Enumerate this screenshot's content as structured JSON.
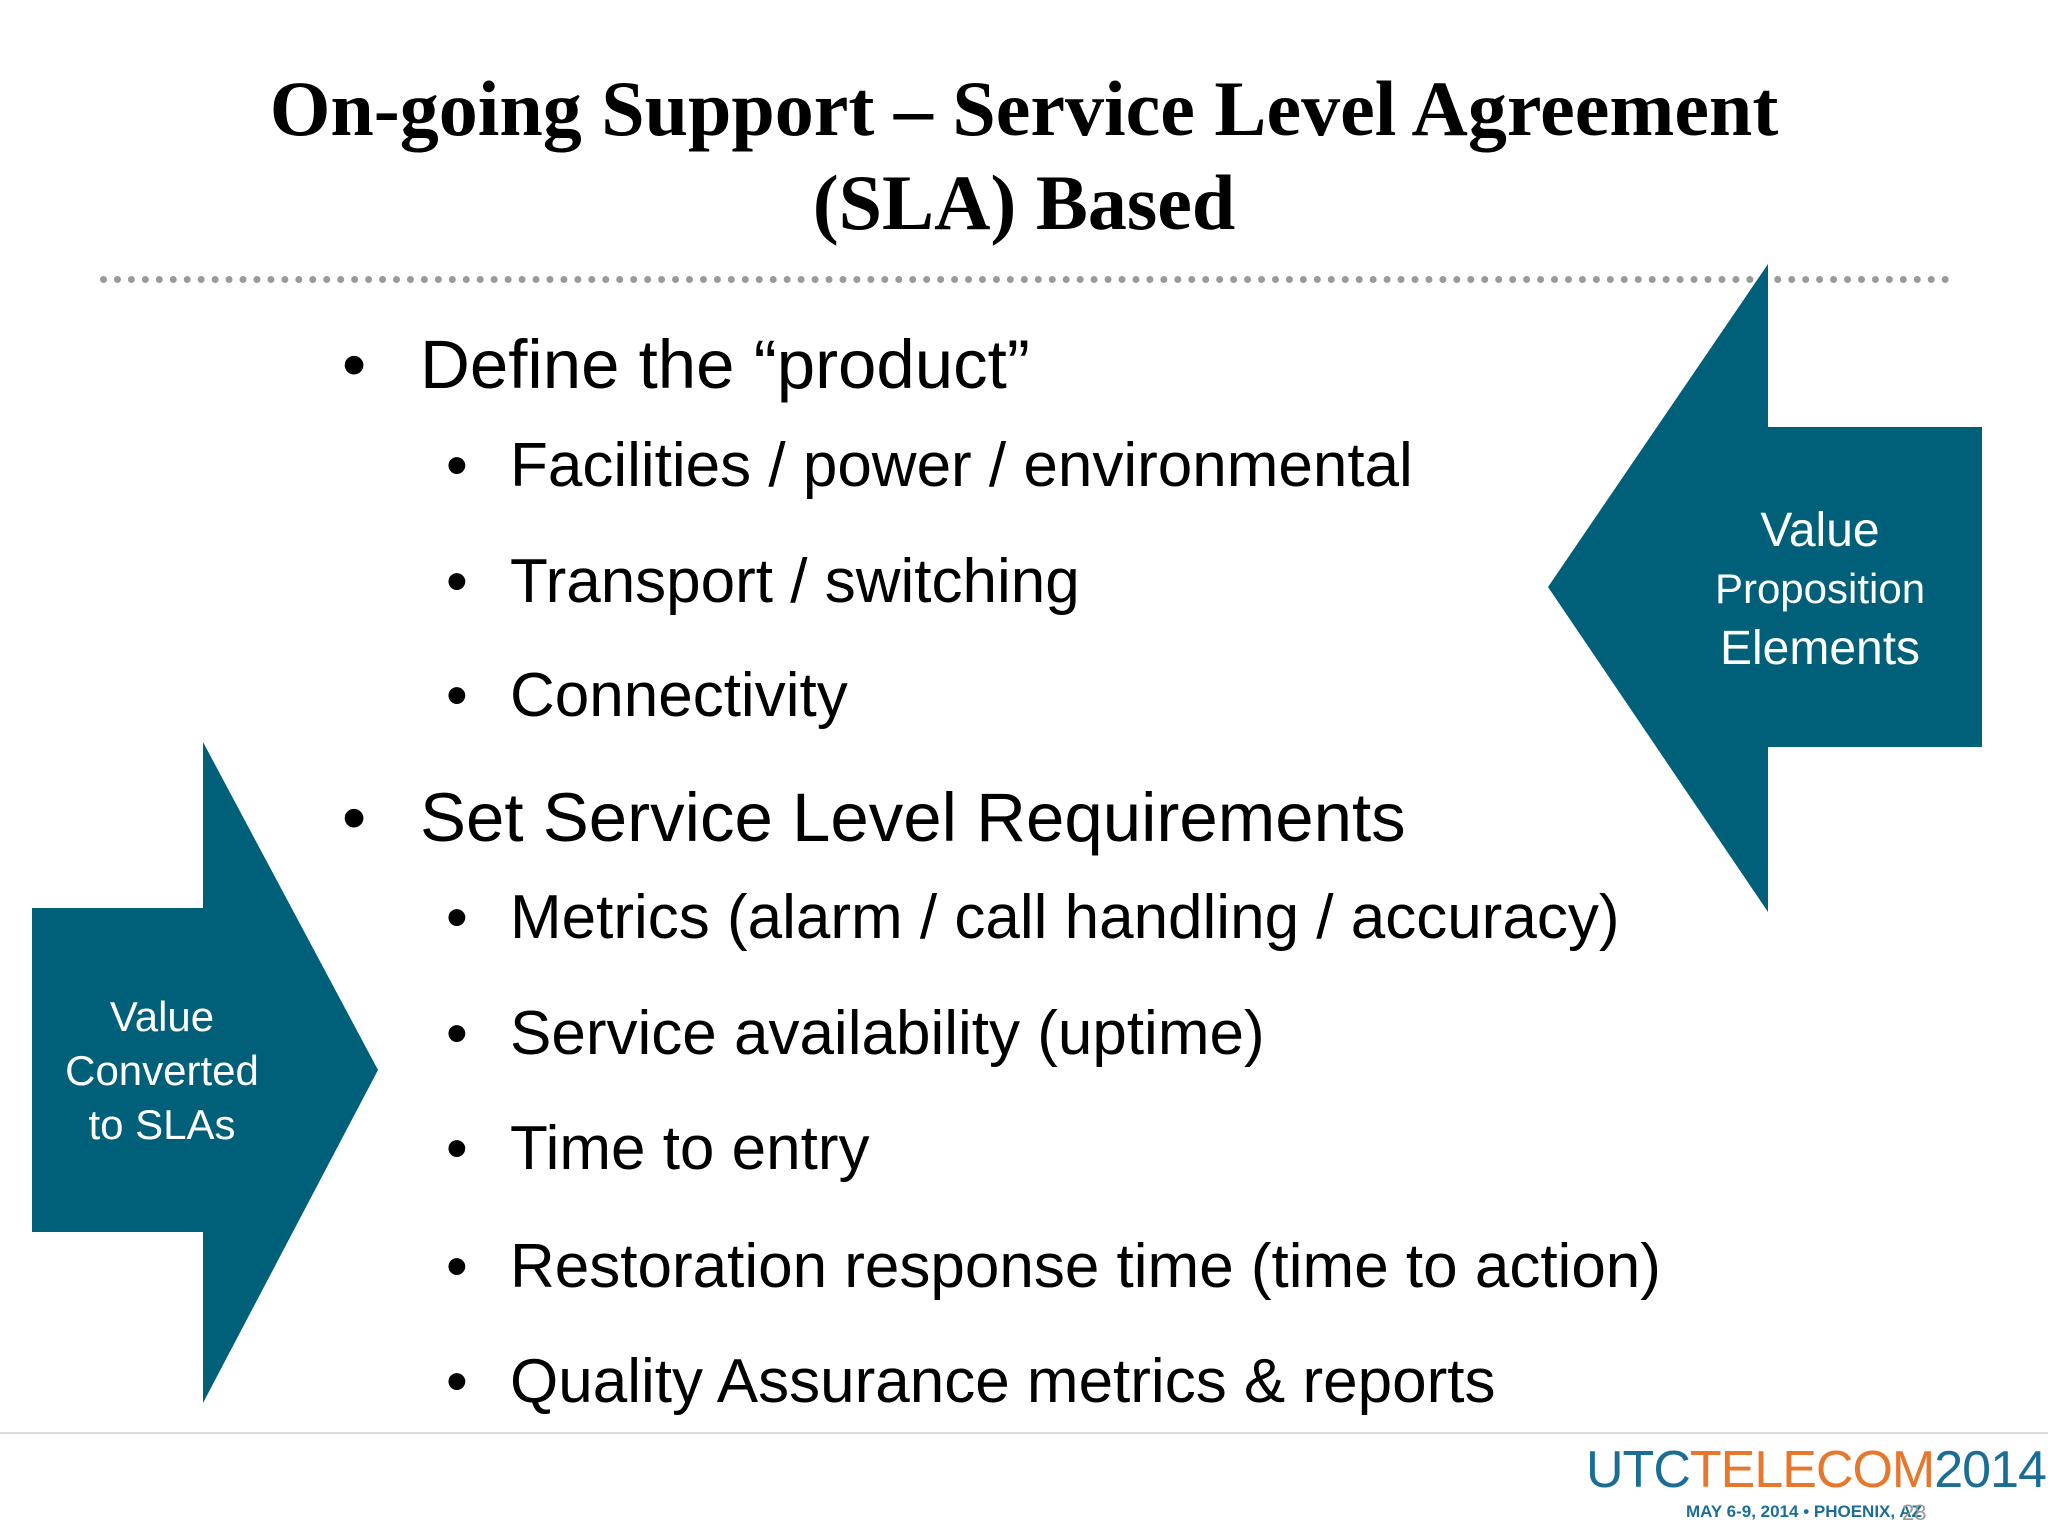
{
  "slide": {
    "title_line1": "On-going Support – Service Level Agreement",
    "title_line2": "(SLA) Based",
    "bullets": [
      {
        "text": "Define the “product”",
        "level": 1
      },
      {
        "text": "Facilities / power / environmental",
        "level": 2
      },
      {
        "text": "Transport / switching",
        "level": 2
      },
      {
        "text": "Connectivity",
        "level": 2
      },
      {
        "text": "Set Service Level Requirements",
        "level": 1
      },
      {
        "text": "Metrics (alarm / call handling / accuracy)",
        "level": 2
      },
      {
        "text": "Service availability (uptime)",
        "level": 2
      },
      {
        "text": "Time to entry",
        "level": 2
      },
      {
        "text": "Restoration response time (time to action)",
        "level": 2
      },
      {
        "text": "Quality Assurance metrics & reports",
        "level": 2
      }
    ],
    "bullet_glyph": "•",
    "right_arrow_label": {
      "line1": "Value",
      "line2": "Proposition",
      "line3": "Elements"
    },
    "left_arrow_label": {
      "line1": "Value",
      "line2": "Converted",
      "line3": "to SLAs"
    },
    "page_number": "28"
  },
  "logo": {
    "part1": "UTC",
    "part2": "TELECOM",
    "part3": "2014",
    "subtitle": "MAY 6-9, 2014  •  PHOENIX, AZ"
  },
  "colors": {
    "arrow_fill": "#00607a",
    "logo_blue": "#1a6e96",
    "logo_orange": "#e8772e",
    "divider": "#9a9a9a"
  }
}
